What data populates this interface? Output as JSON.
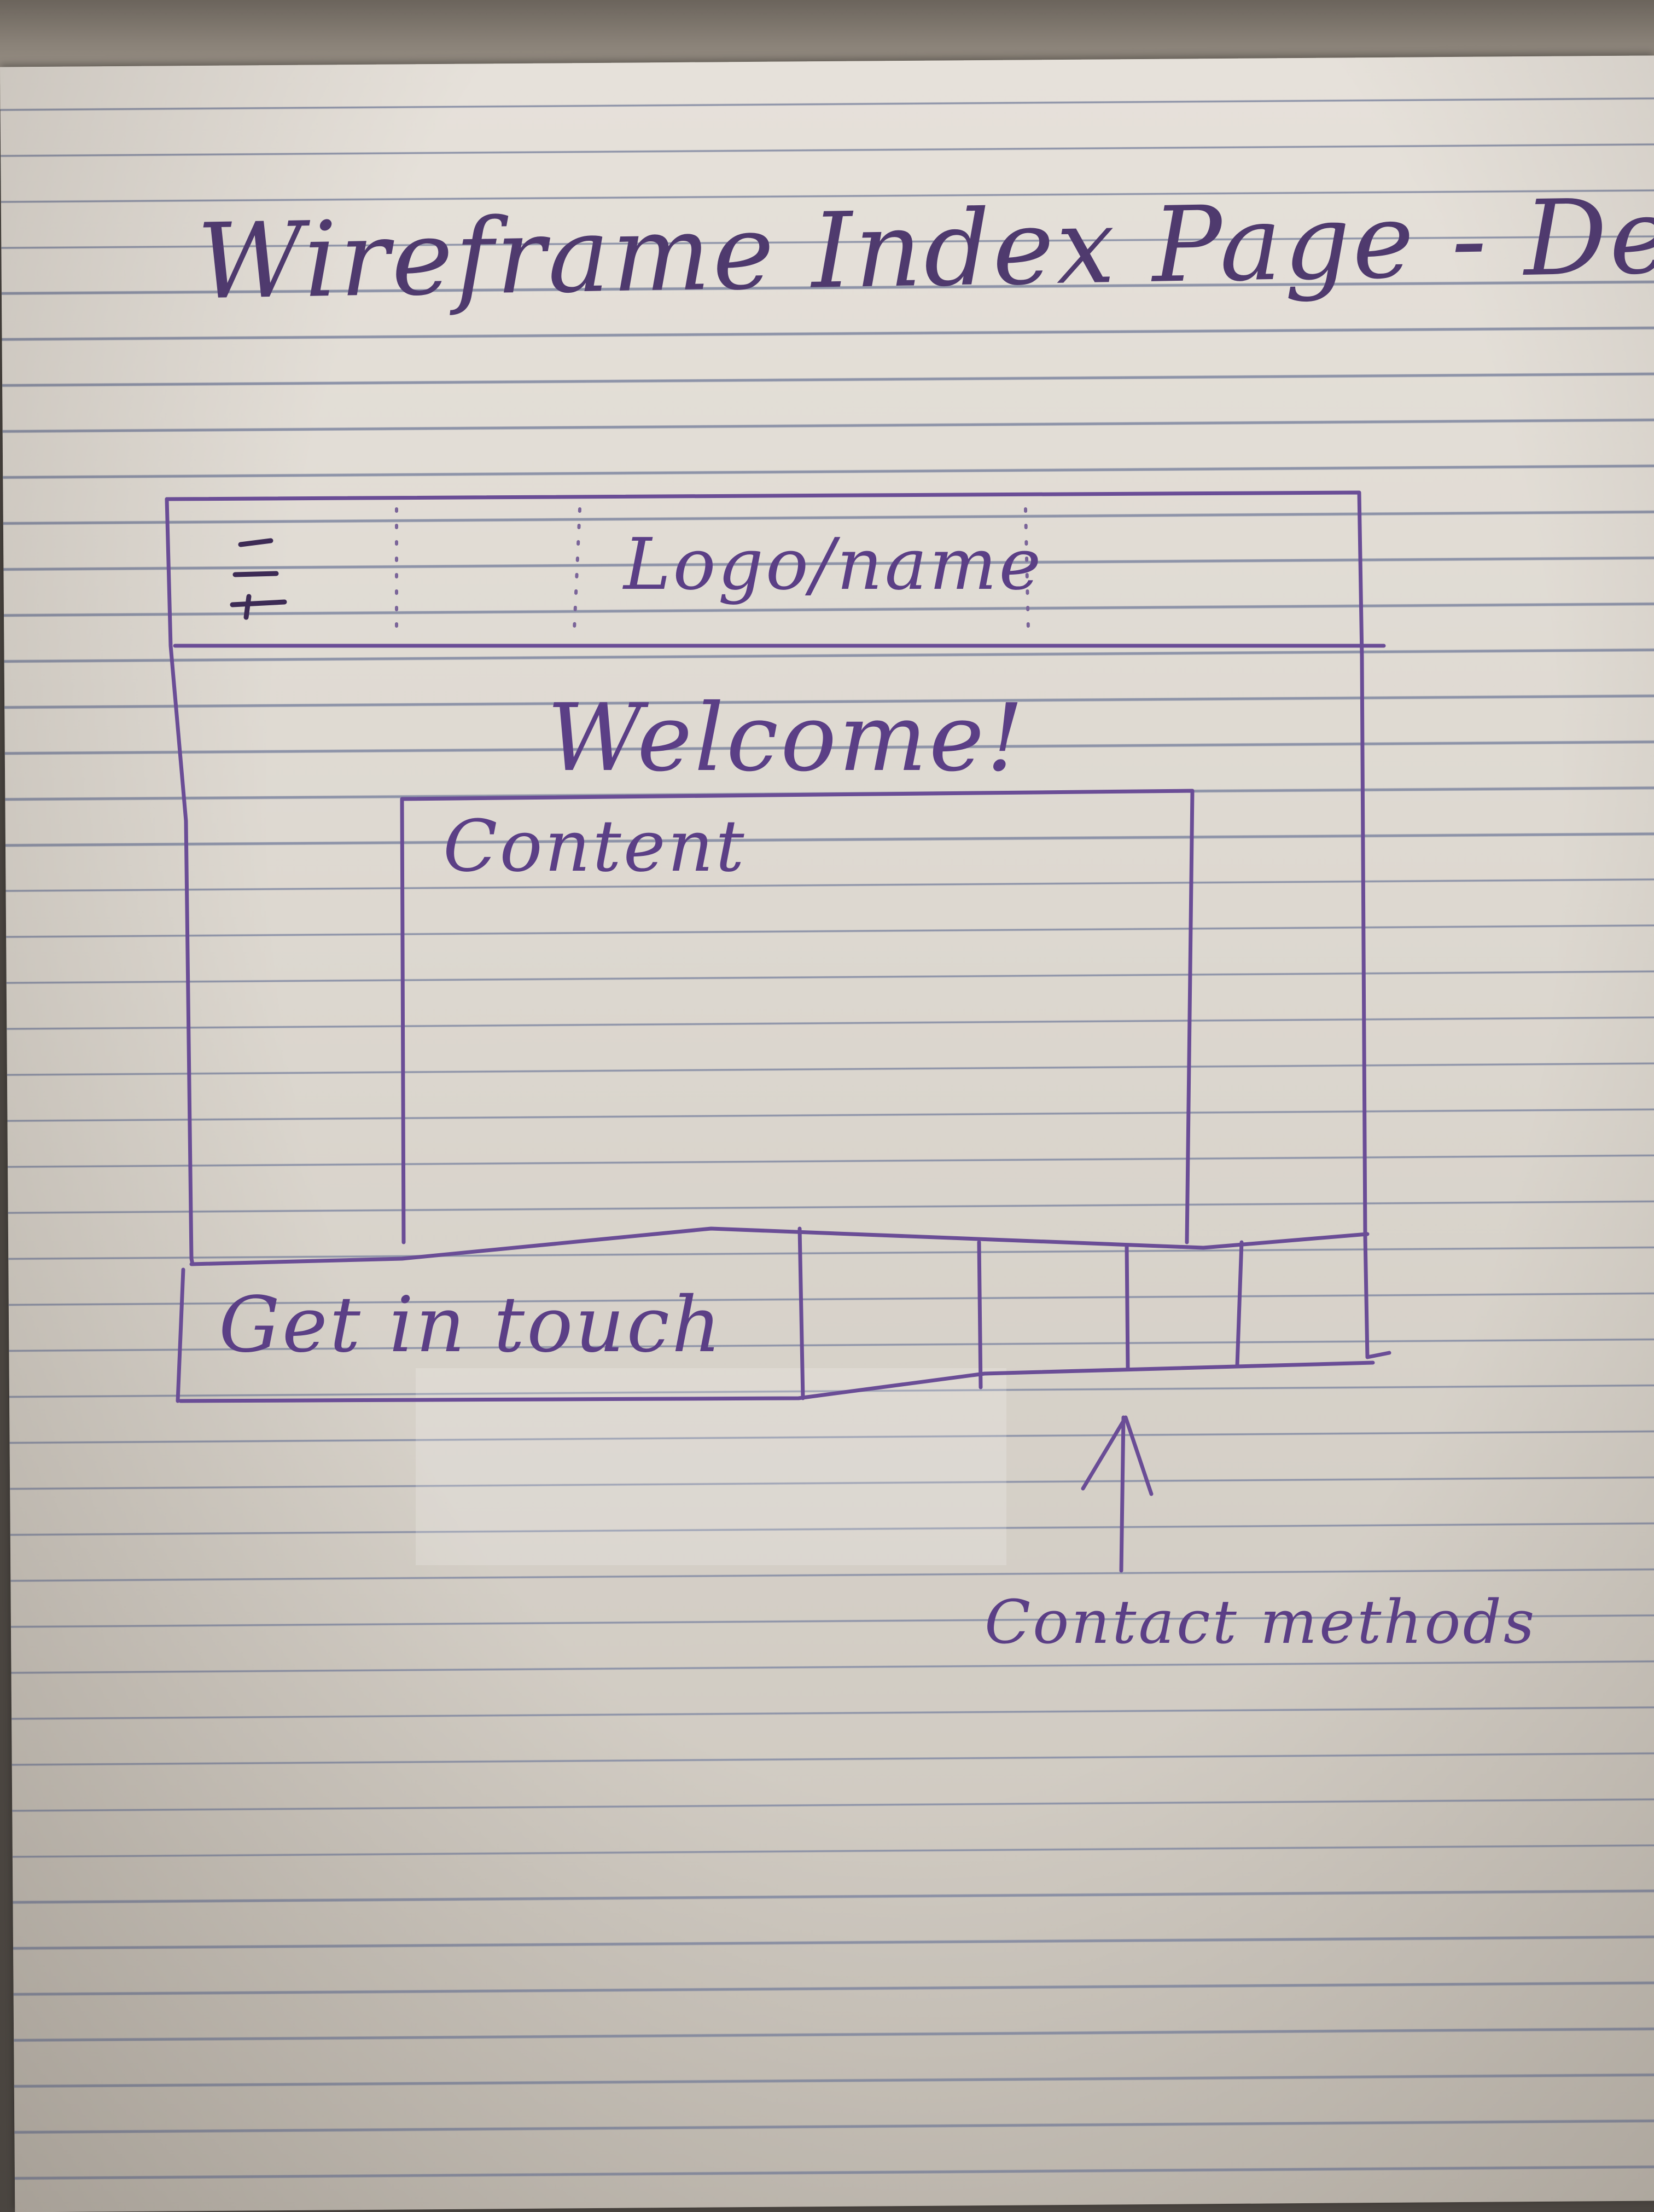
{
  "title": "Wireframe Index Page - Desktop",
  "header": {
    "logo_label": "Logo/name"
  },
  "main": {
    "welcome": "Welcome!",
    "content_label": "Content"
  },
  "footer": {
    "get_in_touch": "Get in touch"
  },
  "annotations": {
    "contact_methods": "Contact methods"
  },
  "icons": [
    "hamburger-menu-icon",
    "arrow-up-icon"
  ],
  "colors": {
    "ink": "#5b3f86",
    "paper": "#e2ddd5",
    "rule_lines": "#8d93a8"
  }
}
